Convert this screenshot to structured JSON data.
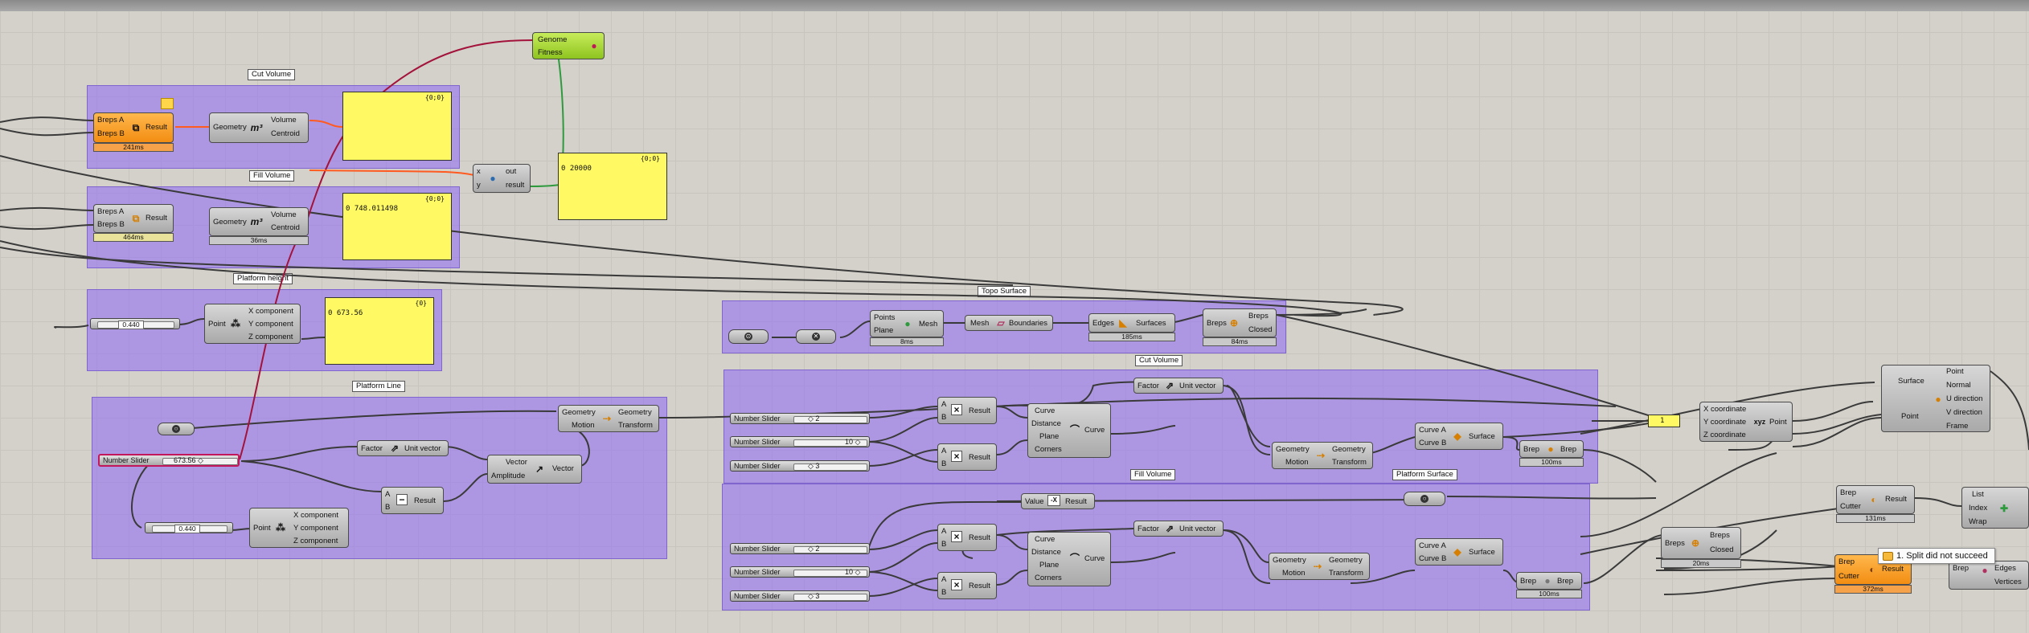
{
  "groups": {
    "cut_volume": "Cut Volume",
    "fill_volume": "Fill Volume",
    "platform_height": "Platform height",
    "platform_line": "Platform Line",
    "topo_surface": "Topo Surface",
    "cut_volume_2": "Cut Volume",
    "fill_volume_2": "Fill Volume",
    "platform_surface": "Platform Surface"
  },
  "genome": {
    "genome": "Genome",
    "fitness": "Fitness"
  },
  "boolean_cut": {
    "a": "Breps A",
    "b": "Breps B",
    "out": "Result",
    "timer": "241ms"
  },
  "boolean_fill": {
    "a": "Breps A",
    "b": "Breps B",
    "out": "Result",
    "timer": "464ms"
  },
  "volume_cut": {
    "in": "Geometry",
    "out1": "Volume",
    "out2": "Centroid",
    "icon": "m³"
  },
  "volume_fill": {
    "in": "Geometry",
    "out1": "Volume",
    "out2": "Centroid",
    "icon": "m³",
    "timer": "36ms"
  },
  "panel_cut": {
    "title": "{0;0}",
    "text": ""
  },
  "panel_fill": {
    "title": "{0;0}",
    "text": "0 748.011498"
  },
  "panel_height": {
    "title": "{0}",
    "text": "0 673.56"
  },
  "panel_result": {
    "title": "{0;0}",
    "text": "0 20000"
  },
  "python": {
    "x": "x",
    "y": "y",
    "out": "out",
    "result": "result"
  },
  "slider_height": {
    "value": "0.440"
  },
  "deconstruct_top": {
    "in": "Point",
    "x": "X component",
    "y": "Y component",
    "z": "Z component"
  },
  "platform_line": {
    "slider_label": "Number Slider",
    "slider_value": "673.56 ◇",
    "factor": "Factor",
    "unit_vector": "Unit vector",
    "vector": "Vector",
    "amplitude": "Amplitude",
    "vector_out": "Vector",
    "geometry": "Geometry",
    "motion": "Motion",
    "geometry_out": "Geometry",
    "transform": "Transform",
    "a": "A",
    "b": "B",
    "result": "Result",
    "slider2_value": "0.440",
    "dec_in": "Point",
    "dec_x": "X component",
    "dec_y": "Y component",
    "dec_z": "Z component"
  },
  "topo": {
    "points": "Points",
    "plane": "Plane",
    "mesh_out": "Mesh",
    "timer1": "8ms",
    "mesh_in": "Mesh",
    "boundaries": "Boundaries",
    "edges": "Edges",
    "surfaces": "Surfaces",
    "timer2": "185ms",
    "breps_in": "Breps",
    "breps_out": "Breps",
    "closed": "Closed",
    "timer3": "84ms"
  },
  "cut2": {
    "slider_label": "Number Slider",
    "s1": "◇ 2",
    "s2": "10 ◇",
    "s3": "◇ 3",
    "a": "A",
    "b": "B",
    "result": "Result",
    "factor": "Factor",
    "unit_vector": "Unit vector",
    "curve": "Curve",
    "distance": "Distance",
    "plane": "Plane",
    "corners": "Corners",
    "curve_out": "Curve",
    "geometry": "Geometry",
    "motion": "Motion",
    "geometry_out": "Geometry",
    "transform": "Transform",
    "curve_a": "Curve A",
    "curve_b": "Curve B",
    "surface": "Surface",
    "brep": "Brep",
    "brep_out": "Brep",
    "timer": "100ms"
  },
  "fill2": {
    "slider_label": "Number Slider",
    "s1": "◇ 2",
    "s2": "10 ◇",
    "s3": "◇ 3",
    "value": "Value",
    "neg": "-X",
    "result": "Result",
    "a": "A",
    "b": "B",
    "factor": "Factor",
    "unit_vector": "Unit vector",
    "curve": "Curve",
    "distance": "Distance",
    "plane": "Plane",
    "corners": "Corners",
    "curve_out": "Curve",
    "geometry": "Geometry",
    "motion": "Motion",
    "geometry_out": "Geometry",
    "transform": "Transform",
    "curve_a": "Curve A",
    "curve_b": "Curve B",
    "surface": "Surface",
    "brep": "Brep",
    "brep_out": "Brep",
    "timer": "100ms"
  },
  "right": {
    "one": "1",
    "xc": "X coordinate",
    "yc": "Y coordinate",
    "zc": "Z coordinate",
    "point": "Point",
    "surface": "Surface",
    "point_in": "Point",
    "point_out": "Point",
    "normal": "Normal",
    "udir": "U direction",
    "vdir": "V direction",
    "frame": "Frame",
    "breps": "Breps",
    "breps_out": "Breps",
    "closed": "Closed",
    "timer1": "20ms",
    "brep": "Brep",
    "cutter": "Cutter",
    "result": "Result",
    "timer2": "131ms",
    "brep2": "Brep",
    "cutter2": "Cutter",
    "result2": "Result",
    "timer3": "372ms",
    "list": "List",
    "index": "Index",
    "wrap": "Wrap",
    "brep3": "Brep",
    "edges": "Edges",
    "vertices": "Vertices"
  },
  "tooltip": "1. Split did not succeed",
  "colors": {
    "canvas": "#d4d1ca",
    "group": "#9673f0",
    "panel": "#fff963",
    "wire": "#3a3a3a",
    "wire_selected": "#a3123a",
    "wire_green": "#2e9a3e",
    "wire_orange": "#ff5a1f",
    "component_error": "#f28d12"
  }
}
